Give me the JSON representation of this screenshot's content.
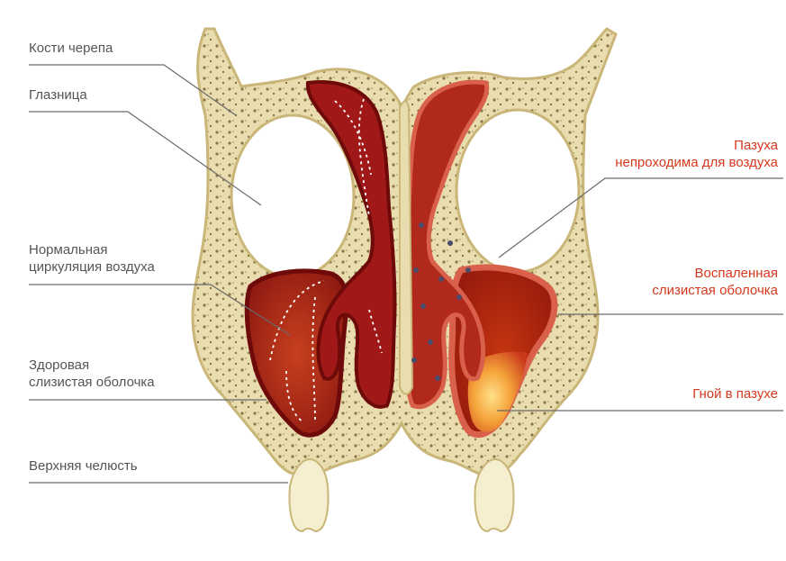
{
  "colors": {
    "bone": "#e9dcae",
    "bone_outline": "#c9b678",
    "healthy_mucosa": "#8e1010",
    "inflamed_mucosa": "#b6200c",
    "cavity": "#a81c14",
    "pus": "#f5a33a",
    "label_left": "#555555",
    "label_right": "#d6381c",
    "leader": "#6a6a6a"
  },
  "labels_left": [
    {
      "lines": [
        "Кости черепа"
      ]
    },
    {
      "lines": [
        "Глазница"
      ]
    },
    {
      "lines": [
        "Нормальная",
        "циркуляция воздуха"
      ]
    },
    {
      "lines": [
        "Здоровая",
        "слизистая оболочка"
      ]
    },
    {
      "lines": [
        "Верхняя челюсть"
      ]
    }
  ],
  "labels_right": [
    {
      "lines": [
        "Пазуха",
        "непроходима для воздуха"
      ]
    },
    {
      "lines": [
        "Воспаленная",
        "слизистая оболочка"
      ]
    },
    {
      "lines": [
        "Гной в пазухе"
      ]
    }
  ]
}
